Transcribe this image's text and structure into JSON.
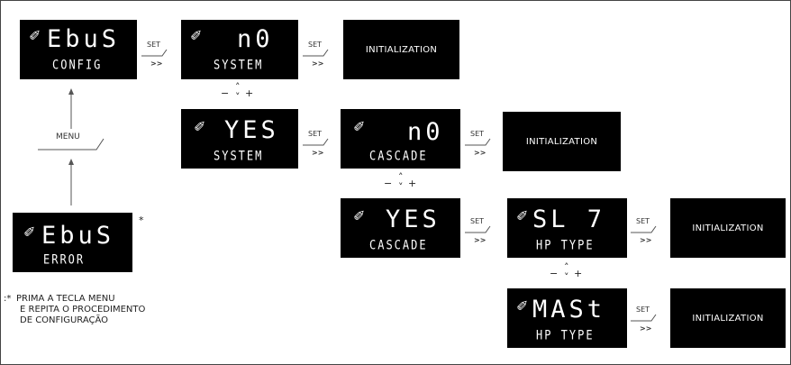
{
  "wrench_glyph": "✐",
  "displays": {
    "ebus_config": {
      "big": "EbuS",
      "small": "CONFIG"
    },
    "no_system": {
      "big": "n0",
      "small": "SYSTEM"
    },
    "yes_system": {
      "big": "YES",
      "small": "SYSTEM"
    },
    "no_cascade": {
      "big": "n0",
      "small": "CASCADE"
    },
    "yes_cascade": {
      "big": "YES",
      "small": "CASCADE"
    },
    "sl7_hptype": {
      "big": "SL  7",
      "small": "HP TYPE"
    },
    "mast_hptype": {
      "big": "MASt",
      "small": "HP TYPE"
    },
    "ebus_error": {
      "big": "EbuS",
      "small": "ERROR"
    }
  },
  "initialization_label": "INITIALIZATION",
  "set_label": "SET",
  "advance_label": ">>",
  "menu_label": "MENU",
  "toggle": {
    "minus": "−",
    "up": "˄",
    "down": "˅",
    "plus": "+"
  },
  "footnote_marker": "*",
  "footnote": {
    "marker": ":*",
    "line1": "PRIMA A TECLA MENU",
    "line2": "E REPITA O PROCEDIMENTO",
    "line3": "DE CONFIGURAÇÃO"
  }
}
